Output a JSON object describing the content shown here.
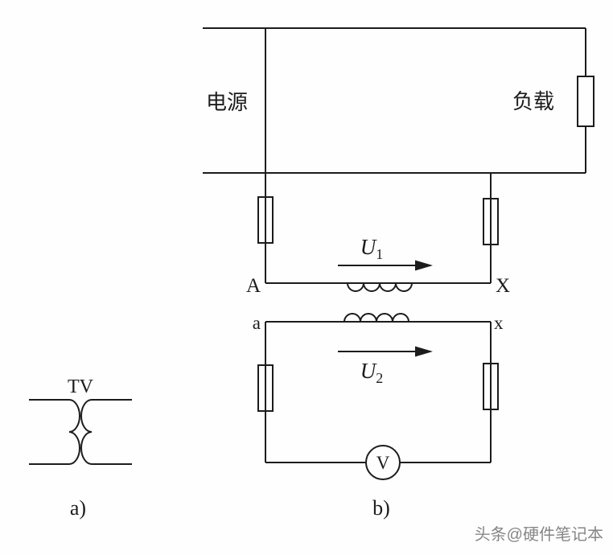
{
  "figure": {
    "panel_a": {
      "transformer_label": "TV",
      "caption": "a)"
    },
    "panel_b": {
      "source_label": "电源",
      "load_label": "负载",
      "primary_terminal_left": "A",
      "primary_terminal_right": "X",
      "primary_voltage": "U",
      "primary_voltage_sub": "1",
      "secondary_terminal_left": "a",
      "secondary_terminal_right": "x",
      "secondary_voltage": "U",
      "secondary_voltage_sub": "2",
      "voltmeter_label": "V",
      "caption": "b)"
    },
    "watermark": "头条@硬件笔记本"
  },
  "colors": {
    "line": "#1c1c1c",
    "background": "#fefefe",
    "watermark": "#868686"
  }
}
